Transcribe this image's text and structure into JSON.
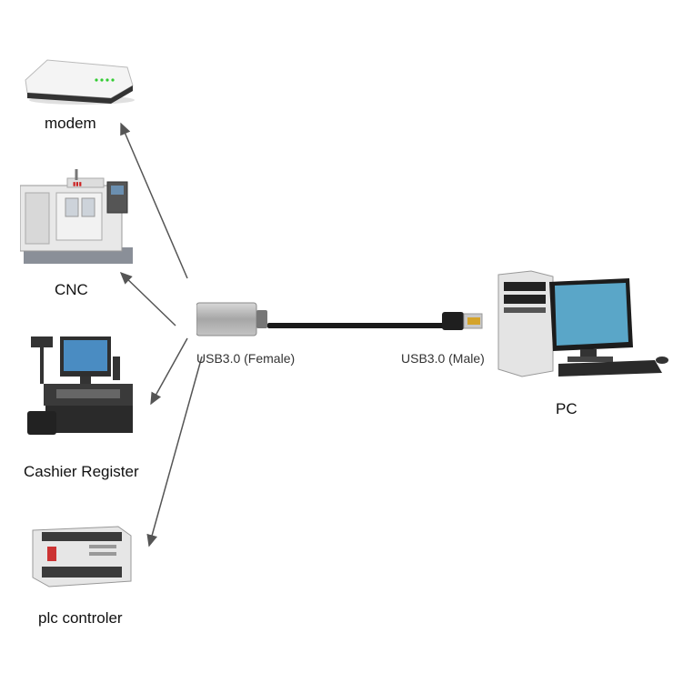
{
  "devices": {
    "modem": {
      "label": "modem"
    },
    "cnc": {
      "label": "CNC"
    },
    "cashier": {
      "label": "Cashier Register"
    },
    "plc": {
      "label": "plc controler"
    },
    "pc": {
      "label": "PC"
    }
  },
  "cable": {
    "female_label": "USB3.0 (Female)",
    "male_label": "USB3.0 (Male)"
  },
  "colors": {
    "arrow": "#555555",
    "cable": "#1a1a1a",
    "connector": "#b8b8b8",
    "usb_tip": "#d4a32a"
  }
}
